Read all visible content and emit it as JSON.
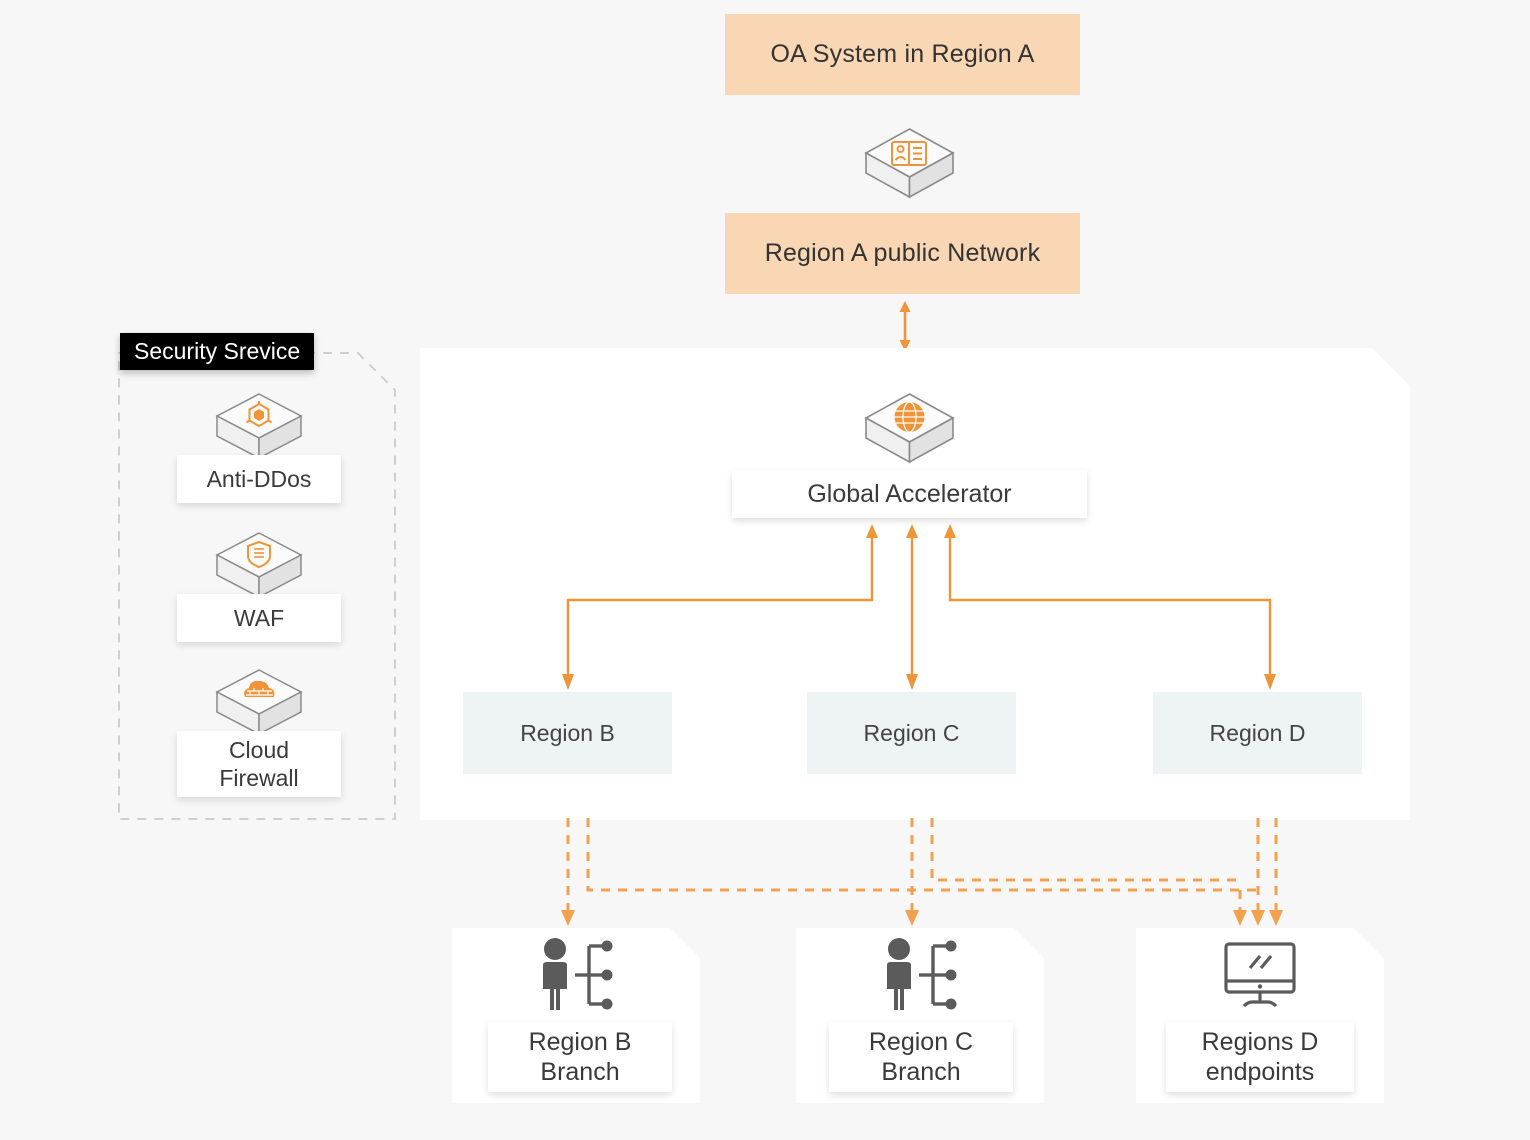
{
  "diagram": {
    "title": "Global Accelerator multi-region OA access architecture",
    "background_color": "#f7f7f7",
    "accent_color": "#f09439",
    "orange_fill": "#fad7b4",
    "region_fill": "#eef3f4"
  },
  "top": {
    "oa_system": "OA System in Region A",
    "gateway_icon": "id-card-icon",
    "public_network": "Region A public Network",
    "link_to_panel": "bidirectional-arrow"
  },
  "security_group": {
    "title": "Security Srevice",
    "items": [
      {
        "label": "Anti-DDos",
        "icon": "anti-ddos-cube-icon"
      },
      {
        "label": "WAF",
        "icon": "waf-shield-cube-icon"
      },
      {
        "label": "Cloud\nFirewall",
        "line1": "Cloud",
        "line2": "Firewall",
        "icon": "cloud-firewall-cube-icon"
      }
    ]
  },
  "accelerator": {
    "label": "Global Accelerator",
    "icon": "globe-cube-icon"
  },
  "regions": [
    {
      "label": "Region B"
    },
    {
      "label": "Region C"
    },
    {
      "label": "Region D"
    }
  ],
  "endpoints": [
    {
      "line1": "Region B",
      "line2": "Branch",
      "icon": "person-network-icon"
    },
    {
      "line1": "Region C",
      "line2": "Branch",
      "icon": "person-network-icon"
    },
    {
      "line1": "Regions D",
      "line2": "endpoints",
      "icon": "monitor-icon"
    }
  ],
  "chart_data": {
    "type": "diagram",
    "nodes": [
      "OA System in Region A",
      "Region A public Network",
      "Global Accelerator",
      "Region B",
      "Region C",
      "Region D",
      "Region B Branch",
      "Region C Branch",
      "Regions D endpoints",
      "Anti-DDos",
      "WAF",
      "Cloud Firewall"
    ],
    "edges": [
      {
        "from": "OA System in Region A",
        "to": "Region A public Network",
        "style": "icon-link"
      },
      {
        "from": "Region A public Network",
        "to": "Global Accelerator",
        "style": "solid-bidirectional"
      },
      {
        "from": "Region B",
        "to": "Global Accelerator",
        "style": "solid-arrow-up"
      },
      {
        "from": "Region C",
        "to": "Global Accelerator",
        "style": "solid-arrow-up"
      },
      {
        "from": "Region D",
        "to": "Global Accelerator",
        "style": "solid-arrow-up"
      },
      {
        "from": "Global Accelerator",
        "to": "Region B",
        "style": "solid-arrow-down"
      },
      {
        "from": "Global Accelerator",
        "to": "Region C",
        "style": "solid-arrow-down"
      },
      {
        "from": "Global Accelerator",
        "to": "Region D",
        "style": "solid-arrow-down"
      },
      {
        "from": "Region B",
        "to": "Region B Branch",
        "style": "dashed-arrow"
      },
      {
        "from": "Region C",
        "to": "Region C Branch",
        "style": "dashed-arrow"
      },
      {
        "from": "Region D",
        "to": "Regions D endpoints",
        "style": "dashed-arrow"
      },
      {
        "from": "Region B",
        "to": "Regions D endpoints",
        "style": "dashed-arrow"
      },
      {
        "from": "Region C",
        "to": "Regions D endpoints",
        "style": "dashed-arrow"
      }
    ]
  }
}
